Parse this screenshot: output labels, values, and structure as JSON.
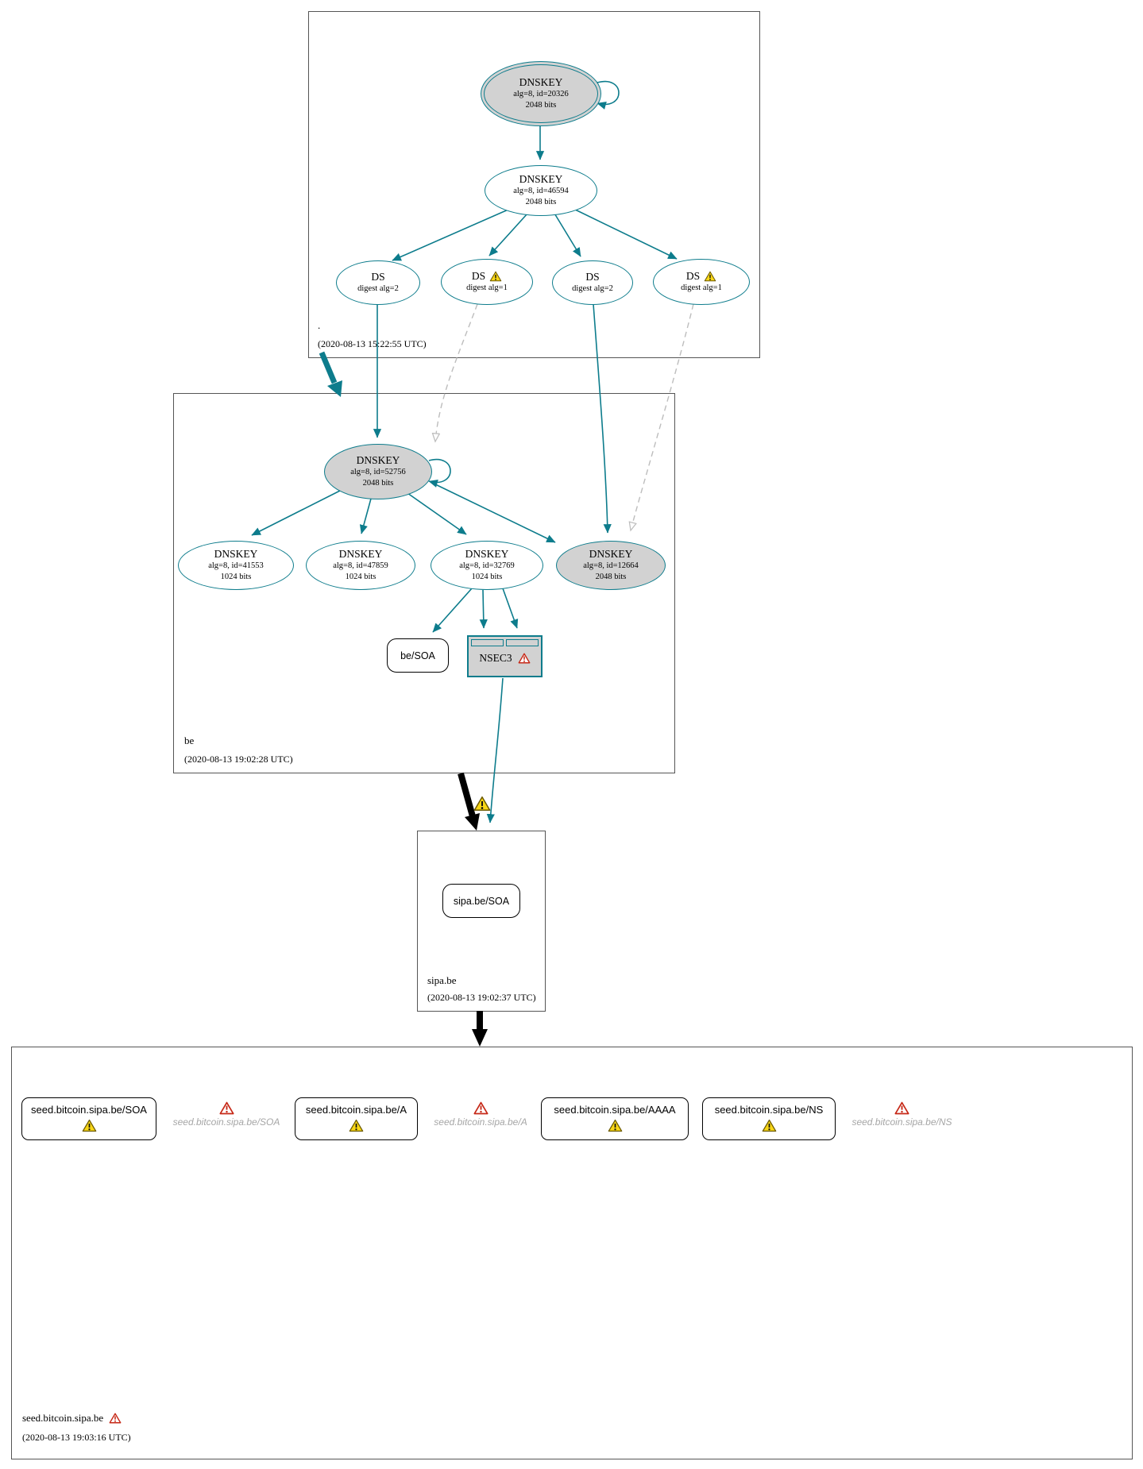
{
  "colors": {
    "teal": "#0d7c8c",
    "node_gray_fill": "#d2d2d2",
    "warning_yellow": "#f8d616",
    "error_red": "#c62817",
    "insecure_edge_gray": "#bdbdbd"
  },
  "icons": {
    "warning": "warning-triangle-icon",
    "error": "error-triangle-icon"
  },
  "zones": {
    "root": {
      "label": ".",
      "timestamp": "(2020-08-13 15:22:55 UTC)"
    },
    "be": {
      "label": "be",
      "timestamp": "(2020-08-13 19:02:28 UTC)"
    },
    "sipa_be": {
      "label": "sipa.be",
      "timestamp": "(2020-08-13 19:02:37 UTC)"
    },
    "seed": {
      "label": "seed.bitcoin.sipa.be",
      "timestamp": "(2020-08-13 19:03:16 UTC)"
    }
  },
  "nodes": {
    "root_ksk": {
      "type": "DNSKEY",
      "alg_id": "alg=8, id=20326",
      "bits": "2048 bits"
    },
    "root_zsk": {
      "type": "DNSKEY",
      "alg_id": "alg=8, id=46594",
      "bits": "2048 bits"
    },
    "ds1": {
      "type": "DS",
      "digest": "digest alg=2"
    },
    "ds2": {
      "type": "DS",
      "digest": "digest alg=1"
    },
    "ds3": {
      "type": "DS",
      "digest": "digest alg=2"
    },
    "ds4": {
      "type": "DS",
      "digest": "digest alg=1"
    },
    "be_ksk": {
      "type": "DNSKEY",
      "alg_id": "alg=8, id=52756",
      "bits": "2048 bits"
    },
    "be_key_41553": {
      "type": "DNSKEY",
      "alg_id": "alg=8, id=41553",
      "bits": "1024 bits"
    },
    "be_key_47859": {
      "type": "DNSKEY",
      "alg_id": "alg=8, id=47859",
      "bits": "1024 bits"
    },
    "be_key_32769": {
      "type": "DNSKEY",
      "alg_id": "alg=8, id=32769",
      "bits": "1024 bits"
    },
    "be_key_12664": {
      "type": "DNSKEY",
      "alg_id": "alg=8, id=12664",
      "bits": "2048 bits"
    },
    "be_soa": {
      "label": "be/SOA"
    },
    "nsec3": {
      "label": "NSEC3"
    },
    "sipa_soa": {
      "label": "sipa.be/SOA"
    },
    "seed_soa": {
      "label": "seed.bitcoin.sipa.be/SOA"
    },
    "seed_soa_missing": {
      "label": "seed.bitcoin.sipa.be/SOA"
    },
    "seed_a": {
      "label": "seed.bitcoin.sipa.be/A"
    },
    "seed_a_missing": {
      "label": "seed.bitcoin.sipa.be/A"
    },
    "seed_aaaa": {
      "label": "seed.bitcoin.sipa.be/AAAA"
    },
    "seed_ns": {
      "label": "seed.bitcoin.sipa.be/NS"
    },
    "seed_ns_missing": {
      "label": "seed.bitcoin.sipa.be/NS"
    }
  }
}
